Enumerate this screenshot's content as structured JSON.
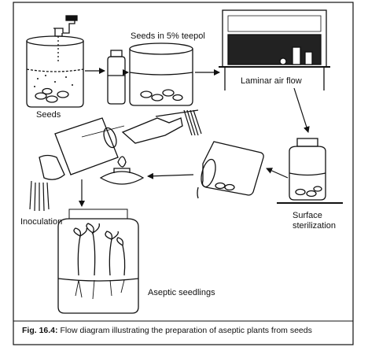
{
  "labels": {
    "seeds": "Seeds",
    "teepol": "Seeds in 5% teepol",
    "laminar": "Laminar air flow",
    "surface_line1": "Surface",
    "surface_line2": "sterilization",
    "inoculation": "Inoculation",
    "aseptic": "Aseptic seedlings"
  },
  "caption": {
    "fig_number": "Fig. 16.4:",
    "text": "Flow diagram illustrating the preparation of aseptic plants from seeds"
  }
}
